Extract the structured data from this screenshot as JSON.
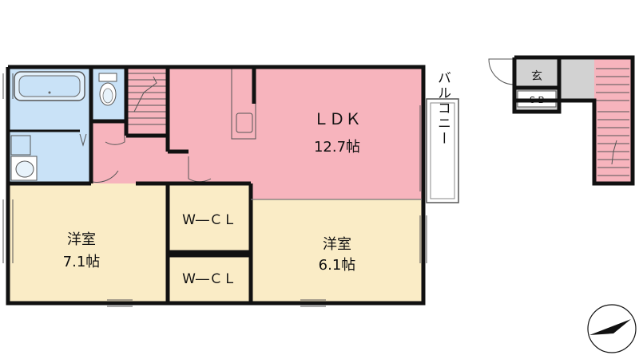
{
  "rooms": {
    "ldk": {
      "name": "ＬＤＫ",
      "size": "12.7帖"
    },
    "western_left": {
      "name": "洋室",
      "size": "7.1帖"
    },
    "western_right": {
      "name": "洋室",
      "size": "6.1帖"
    },
    "wcl_upper": {
      "name": "W―ＣＬ"
    },
    "wcl_lower": {
      "name": "W―ＣＬ"
    },
    "balcony": {
      "name": "バルコニー"
    },
    "entrance": {
      "name": "玄"
    },
    "shoebox": {
      "name": "ＳＢ"
    }
  },
  "colors": {
    "ldk": "#f7b4bd",
    "hall": "#f7b4bd",
    "stairs": "#f7b4bd",
    "western": "#faecc6",
    "wet": "#c9e2f7",
    "entrance_floor": "#d2d2d2",
    "walls": "#111111"
  },
  "icons": [
    "bathtub-icon",
    "toilet-icon",
    "washbasin-icon",
    "compass-icon"
  ]
}
